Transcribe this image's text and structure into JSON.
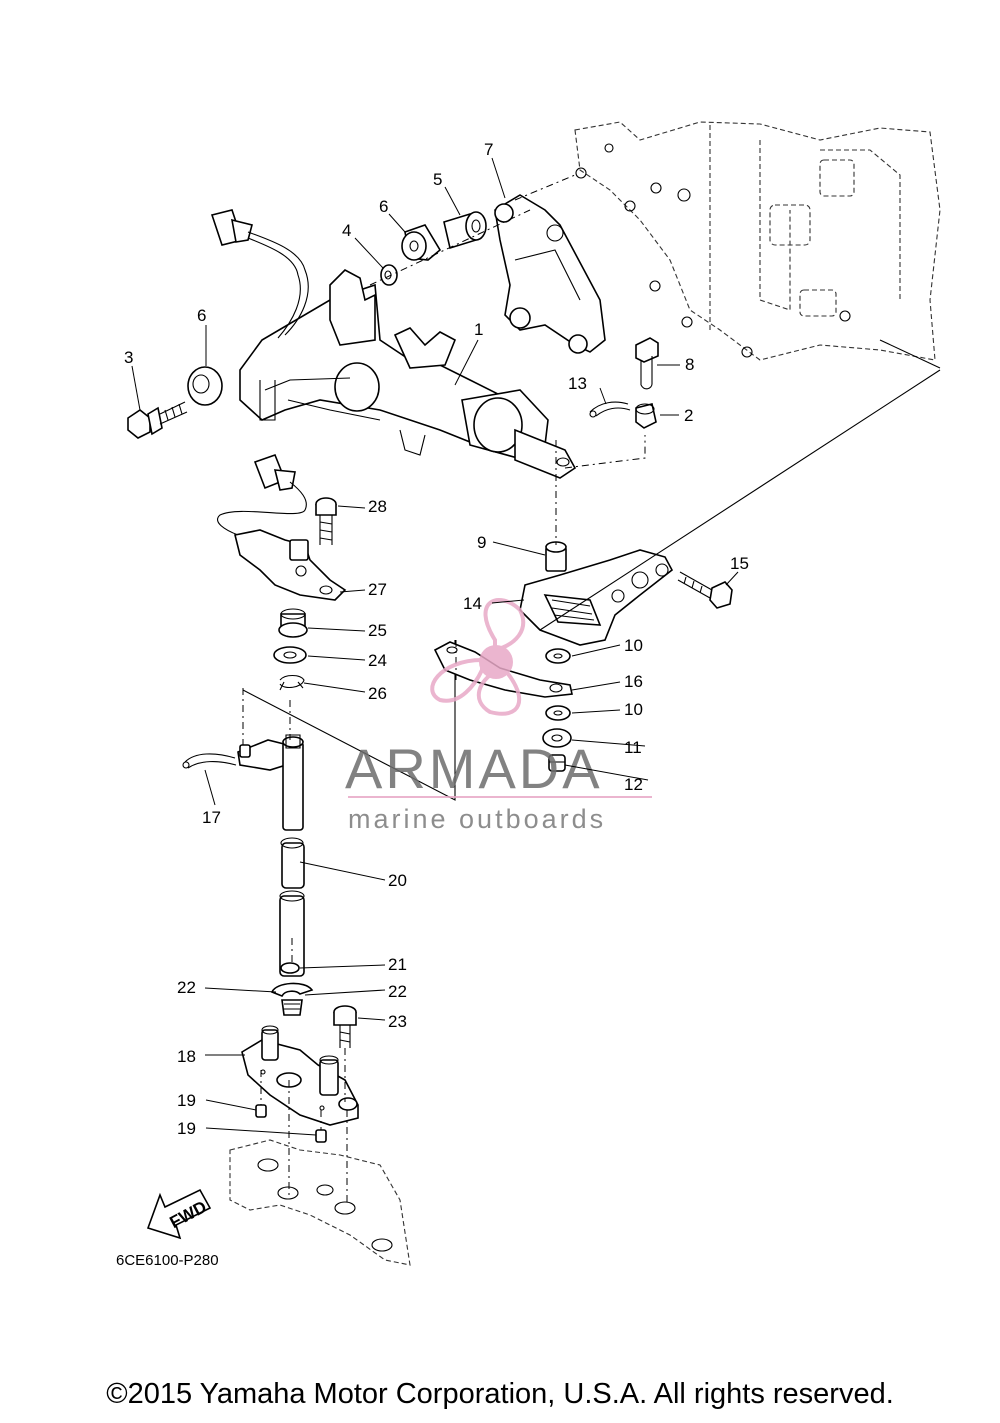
{
  "callouts": {
    "c1": "1",
    "c2": "2",
    "c3": "3",
    "c4": "4",
    "c5": "5",
    "c6a": "6",
    "c6b": "6",
    "c7": "7",
    "c8": "8",
    "c9": "9",
    "c10a": "10",
    "c10b": "10",
    "c11": "11",
    "c12": "12",
    "c13": "13",
    "c14": "14",
    "c15": "15",
    "c16": "16",
    "c17": "17",
    "c18": "18",
    "c19a": "19",
    "c19b": "19",
    "c20": "20",
    "c21": "21",
    "c22a": "22",
    "c22b": "22",
    "c23": "23",
    "c24": "24",
    "c25": "25",
    "c26": "26",
    "c27": "27",
    "c28": "28"
  },
  "fwd_label": "FWD",
  "diagram_code": "6CE6100-P280",
  "watermark": {
    "brand": "ARMADA",
    "tagline": "marine outboards",
    "accent_color": "#e8a9c7"
  },
  "copyright": "©2015 Yamaha Motor Corporation, U.S.A. All rights reserved."
}
